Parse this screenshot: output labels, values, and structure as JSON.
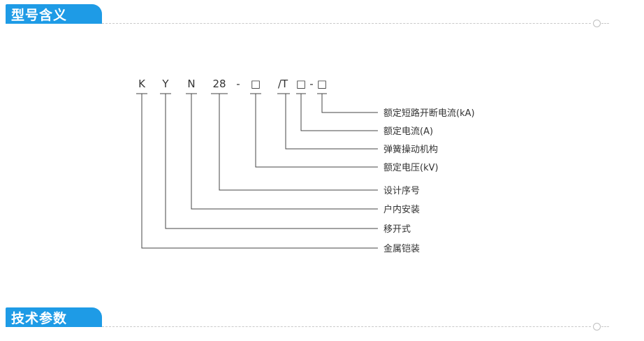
{
  "sections": {
    "model_meaning_title": "型号含义",
    "tech_params_title": "技术参数"
  },
  "model_code": {
    "parts": [
      "K",
      "Y",
      "N",
      "28",
      "-",
      "□",
      "/T",
      "□",
      "-",
      "□"
    ]
  },
  "legend": [
    "额定短路开断电流(kA)",
    "额定电流(A)",
    "弹簧操动机构",
    "额定电压(kV)",
    "设计序号",
    "户内安装",
    "移开式",
    "金属铠装"
  ],
  "colors": {
    "accent": "#1e9be6",
    "line": "#444444",
    "text": "#333333"
  }
}
